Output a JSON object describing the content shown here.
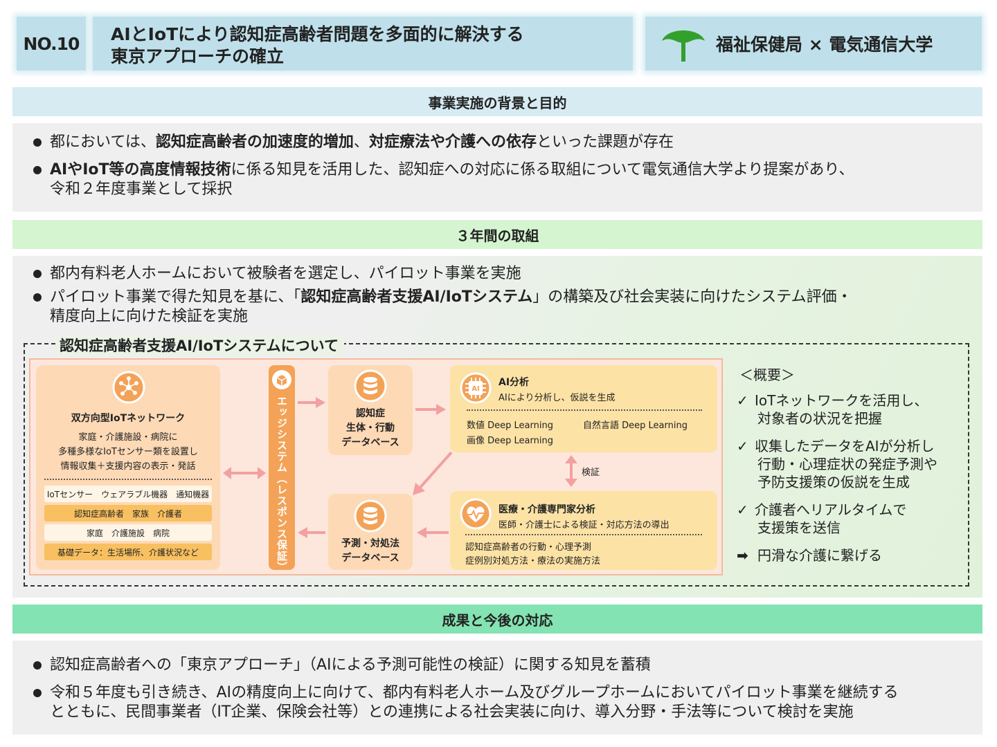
{
  "header": {
    "number": "NO.10",
    "title_line1": "AIとIoTにより認知症高齢者問題を多面的に解決する",
    "title_line2": "東京アプローチの確立",
    "org": "福祉保健局 × 電気通信大学"
  },
  "section1": {
    "heading": "事業実施の背景と目的",
    "b1": {
      "pre": "都においては、",
      "bold1": "認知症高齢者の加速度的増加",
      "mid": "、",
      "bold2": "対症療法や介護への依存",
      "post": "といった課題が存在"
    },
    "b2": {
      "bold": "AIやIoT等の高度情報技術",
      "post": "に係る知見を活用した、認知症への対応に係る取組について電気通信大学より提案があり、",
      "line2": "令和２年度事業として採択"
    }
  },
  "section2": {
    "heading": "３年間の取組",
    "b1": "都内有料老人ホームにおいて被験者を選定し、パイロット事業を実施",
    "b2": {
      "pre": "パイロット事業で得た知見を基に、「",
      "bold": "認知症高齢者支援AI/IoTシステム",
      "post": "」の構築及び社会実装に向けたシステム評価・",
      "line2": "精度向上に向けた検証を実施"
    },
    "system": {
      "title": "認知症高齢者支援AI/IoTシステムについて",
      "network": {
        "title": "双方向型IoTネットワーク",
        "desc1": "家庭・介護施設・病院に",
        "desc2": "多種多様なIoTセンサー類を設置し",
        "desc3": "情報収集＋支援内容の表示・発話",
        "row1": "IoTセンサー　ウェアラブル機器　通知機器",
        "row2": "認知症高齢者　家族　介護者",
        "row3": "家庭　介護施設　病院",
        "row4": "基礎データ：生活場所、介護状況など"
      },
      "edge": "エッジシステム（レスポンス保証）",
      "db1": {
        "l1": "認知症",
        "l2": "生体・行動",
        "l3": "データベース"
      },
      "db2": {
        "l1": "予測・対処法",
        "l2": "データベース"
      },
      "ai": {
        "title": "AI分析",
        "sub": "AIにより分析し、仮説を生成",
        "dl1": "数値 Deep Learning",
        "dl2": "自然言語 Deep Learning",
        "dl3": "画像 Deep Learning",
        "icon_text": "AI"
      },
      "verify": "検証",
      "expert": {
        "title": "医療・介護専門家分析",
        "sub": "医師・介護士による検証・対応方法の導出",
        "d1": "認知症高齢者の行動・心理予測",
        "d2": "症例別対処方法・療法の実施方法"
      },
      "summary": {
        "heading": "＜概要＞",
        "items": [
          {
            "mark": "✓",
            "l1": "IoTネットワークを活用し、",
            "l2": "対象者の状況を把握"
          },
          {
            "mark": "✓",
            "l1": "収集したデータをAIが分析し",
            "l2": "行動・心理症状の発症予測や",
            "l3": "予防支援策の仮説を生成"
          },
          {
            "mark": "✓",
            "l1": "介護者へリアルタイムで",
            "l2": "支援策を送信"
          },
          {
            "mark": "➡",
            "l1": "円滑な介護に繋げる"
          }
        ]
      },
      "colors": {
        "orange": "#f3a257",
        "pink_arrow": "#f2a0a0",
        "db_card": "#fdd9b5",
        "ai_card": "#fde2a5"
      }
    }
  },
  "section3": {
    "heading": "成果と今後の対応",
    "b1": "認知症高齢者への「東京アプローチ」（AIによる予測可能性の検証）に関する知見を蓄積",
    "b2": {
      "l1": "令和５年度も引き続き、AIの精度向上に向けて、都内有料老人ホーム及びグループホームにおいてパイロット事業を継続する",
      "l2": "とともに、民間事業者（IT企業、保険会社等）との連携による社会実装に向け、導入分野・手法等について検討を実施"
    }
  }
}
